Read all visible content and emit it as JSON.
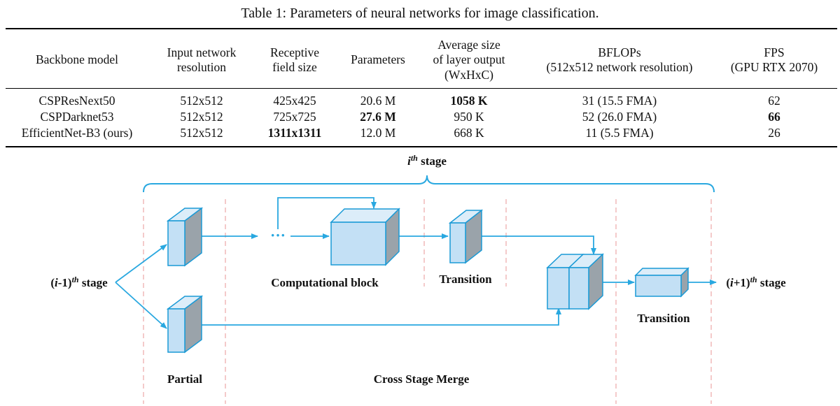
{
  "caption": "Table 1: Parameters of neural networks for image classification.",
  "table": {
    "headers": [
      [
        "Backbone model"
      ],
      [
        "Input network",
        "resolution"
      ],
      [
        "Receptive",
        "field size"
      ],
      [
        "Parameters"
      ],
      [
        "Average size",
        "of layer output",
        "(WxHxC)"
      ],
      [
        "BFLOPs",
        "(512x512 network resolution)"
      ],
      [
        "FPS",
        "(GPU RTX 2070)"
      ]
    ],
    "rows": [
      [
        "CSPResNext50",
        "512x512",
        "425x425",
        "20.6 M",
        "1058 K",
        "31 (15.5 FMA)",
        "62"
      ],
      [
        "CSPDarknet53",
        "512x512",
        "725x725",
        "27.6 M",
        "950 K",
        "52 (26.0 FMA)",
        "66"
      ],
      [
        "EfficientNet-B3 (ours)",
        "512x512",
        "1311x1311",
        "12.0 M",
        "668 K",
        "11 (5.5 FMA)",
        "26"
      ]
    ],
    "bold_cells": [
      [
        0,
        4
      ],
      [
        1,
        3
      ],
      [
        1,
        6
      ],
      [
        2,
        2
      ]
    ]
  },
  "diagram": {
    "stage_label_sup": "th",
    "stage_label_i": "i",
    "stage_label_text": " stage",
    "input_stage_prefix": "(",
    "input_stage_i": "i",
    "input_stage_mid": "-1)",
    "input_stage_sup": "th",
    "input_stage_text": " stage",
    "output_stage_prefix": "(",
    "output_stage_i": "i",
    "output_stage_mid": "+1)",
    "output_stage_sup": "th",
    "output_stage_text": " stage",
    "ellipsis": "···",
    "labels": {
      "computational_block": "Computational block",
      "transition_1": "Transition",
      "transition_2": "Transition",
      "partial": "Partial",
      "cross_stage_merge": "Cross Stage Merge"
    },
    "colors": {
      "arrow": "#29a8e0",
      "box_front": "#c3e0f5",
      "box_top": "#dcedf9",
      "box_side": "#9aa3aa",
      "box_edge": "#1a9ad6",
      "dashed": "#f1b8b8"
    }
  }
}
